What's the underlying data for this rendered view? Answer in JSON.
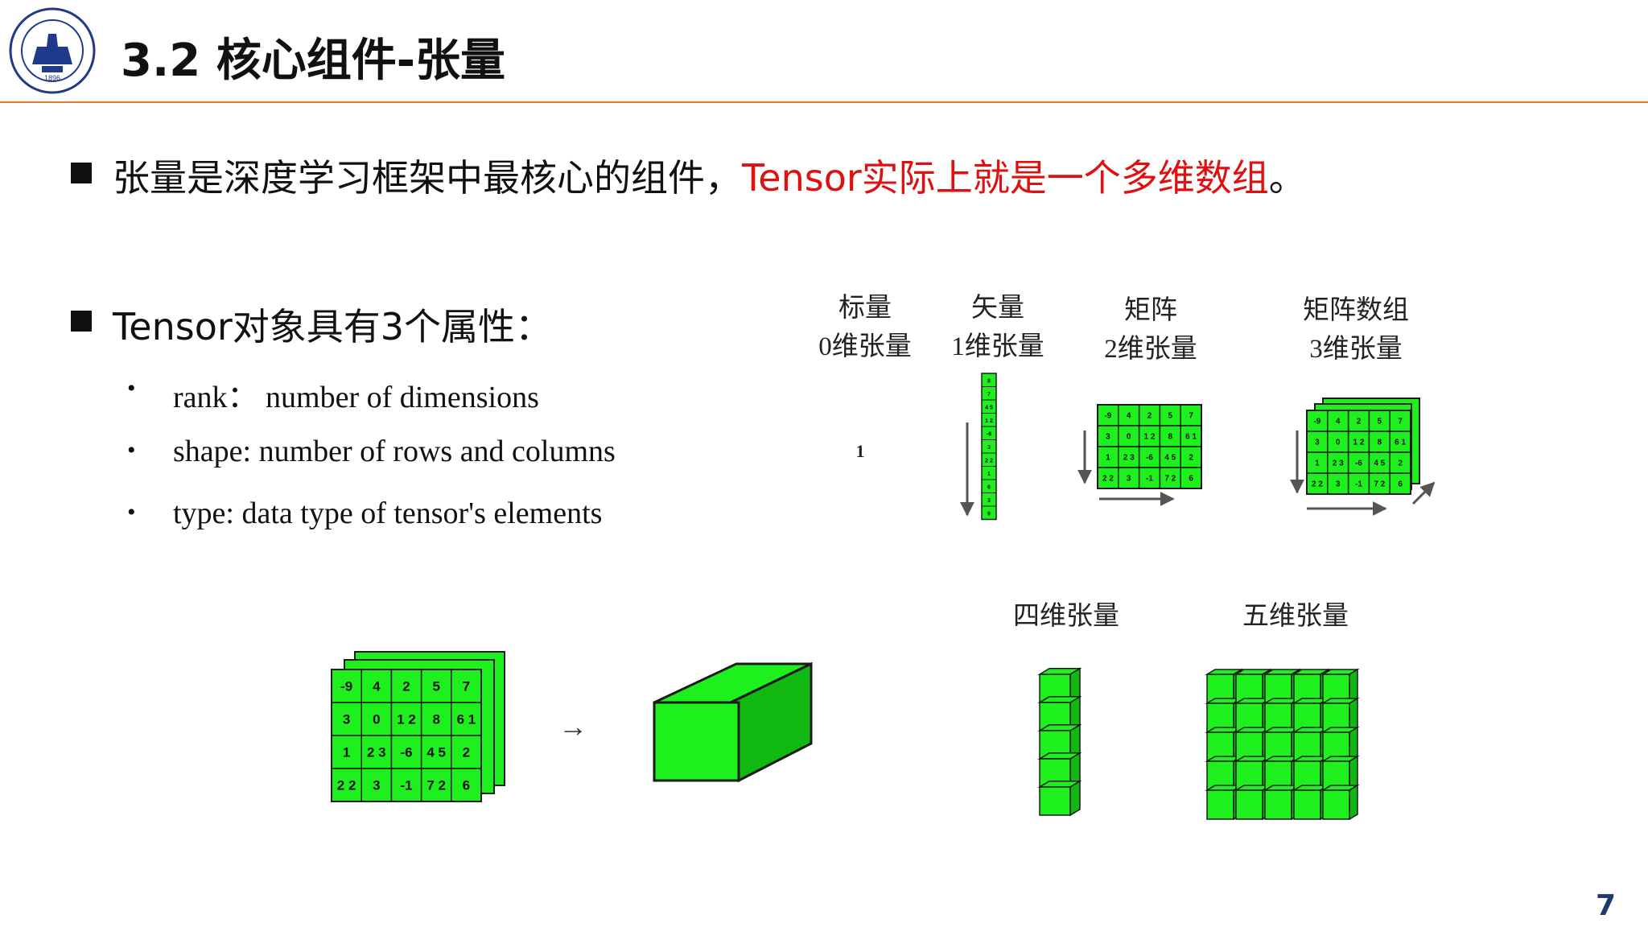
{
  "slide": {
    "title": "3.2 核心组件-张量",
    "page_number": "7"
  },
  "logo": {
    "year": "1896"
  },
  "bullets": [
    {
      "plain": "张量是深度学习框架中最核心的组件，",
      "highlight": "Tensor实际上就是一个多维数组",
      "tail": "。"
    },
    {
      "plain": "Tensor对象具有3个属性："
    }
  ],
  "properties": [
    {
      "bullet": "•",
      "text": "rank：  number of dimensions"
    },
    {
      "bullet": "•",
      "text": "shape: number of rows and columns"
    },
    {
      "bullet": "•",
      "text": "type: data type of tensor's elements"
    }
  ],
  "figure": {
    "scalar": {
      "name": "标量",
      "dim": "0维张量",
      "value": "1"
    },
    "vector": {
      "name": "矢量",
      "dim": "1维张量",
      "values": [
        "8",
        "7",
        "4 5",
        "1 2",
        "-6",
        "3",
        "2 2",
        "1",
        "6",
        "3",
        "9"
      ]
    },
    "matrix": {
      "name": "矩阵",
      "dim": "2维张量"
    },
    "matrix_array": {
      "name": "矩阵数组",
      "dim": "3维张量"
    },
    "grid": [
      [
        "-9",
        "4",
        "2",
        "5",
        "7"
      ],
      [
        "3",
        "0",
        "1 2",
        "8",
        "6 1"
      ],
      [
        "1",
        "2 3",
        "-6",
        "4 5",
        "2"
      ],
      [
        "2 2",
        "3",
        "-1",
        "7 2",
        "6"
      ]
    ],
    "tensor4d_label": "四维张量",
    "tensor5d_label": "五维张量",
    "arrow": "→",
    "colors": {
      "cell": "#1ef01e",
      "cell_dark": "#12b812",
      "stroke": "#1a1a1a"
    }
  }
}
